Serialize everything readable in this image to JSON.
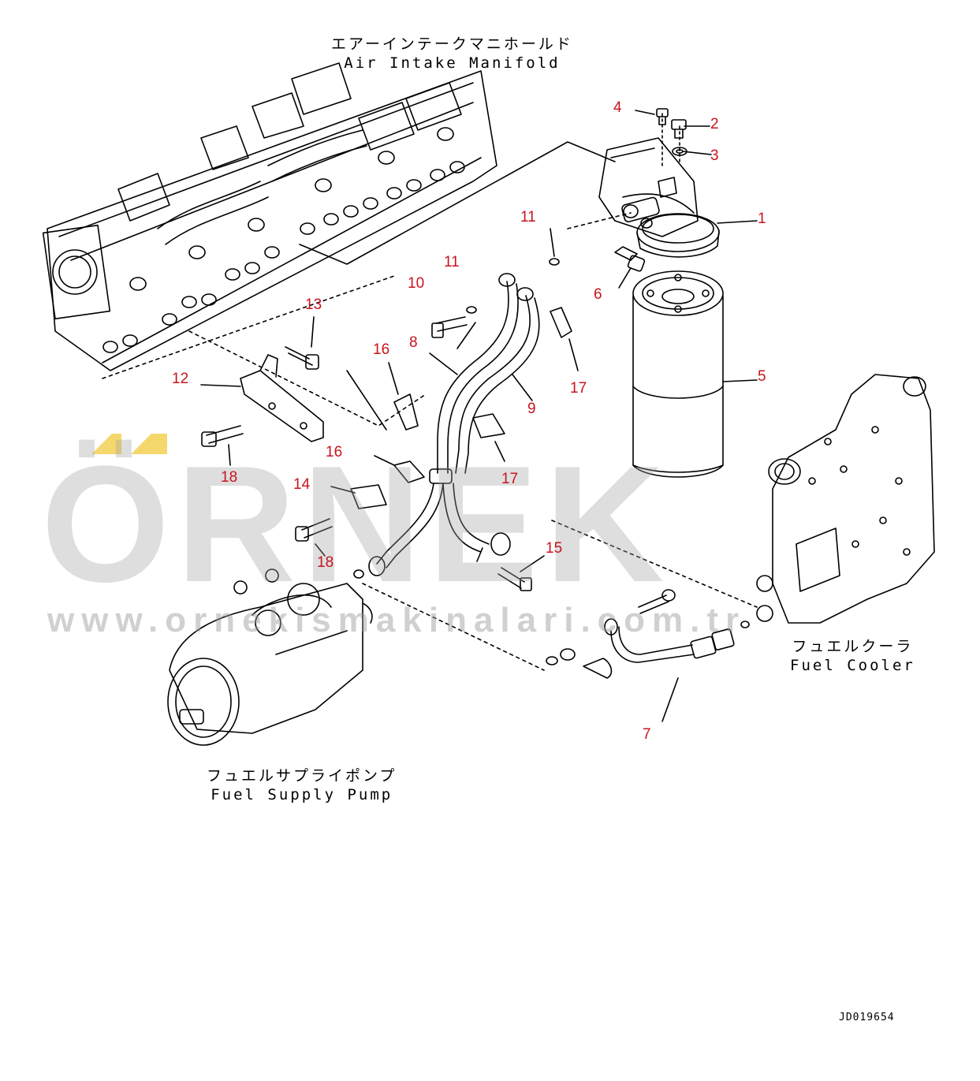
{
  "labels": {
    "manifold_jp": "エアーインテークマニホールド",
    "manifold_en": "Air Intake Manifold",
    "pump_jp": "フュエルサプライポンプ",
    "pump_en": "Fuel Supply Pump",
    "cooler_jp": "フュエルクーラ",
    "cooler_en": "Fuel Cooler"
  },
  "callouts": [
    "1",
    "2",
    "3",
    "4",
    "5",
    "6",
    "7",
    "8",
    "9",
    "10",
    "11",
    "11",
    "12",
    "13",
    "14",
    "15",
    "16",
    "16",
    "17",
    "17",
    "18",
    "18"
  ],
  "drawing_number": "JD019654",
  "watermark": {
    "brand": "ÖRNEK",
    "url": "www.ornekismakinalari.com.tr",
    "color": "#a0a0a0",
    "accent": "#f0c830"
  },
  "colors": {
    "callout": "#c8141e",
    "line": "#000000"
  }
}
